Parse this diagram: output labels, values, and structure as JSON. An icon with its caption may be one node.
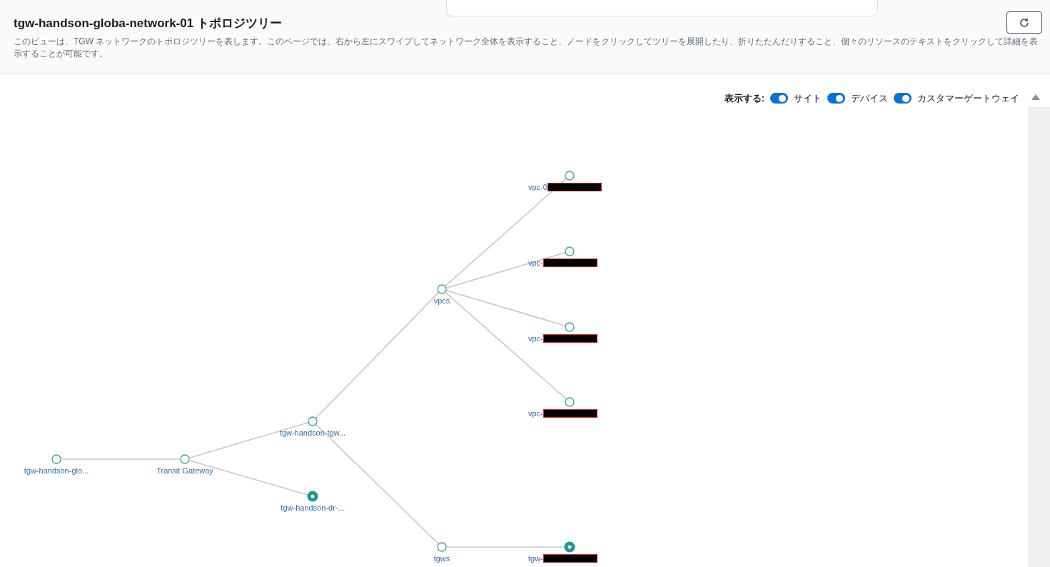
{
  "diagram": {
    "title": "tgw-handson-globa-network-01 トポロジツリー",
    "caption": "このビューは、TGW ネットワークのトポロジツリーを表します。このページでは、右から左にスワイプしてネットワーク全体を表示すること、ノードをクリックしてツリーを展開したり、折りたたんだりすること、個々のリソースのテキストをクリックして詳細を表示することが可能です。",
    "nodes": [
      {
        "text": [],
        "shape": "circle",
        "beside": [
          "tgw-handson-glo..."
        ]
      },
      {
        "text": [],
        "shape": "circle",
        "beside": [
          "Transit Gateway"
        ]
      },
      {
        "text": [],
        "shape": "circle",
        "beside": [
          "tgw-handson-tgw..."
        ]
      },
      {
        "text": [],
        "shape": "dot",
        "beside": [
          "tgw-handson-dr-..."
        ]
      },
      {
        "text": [],
        "shape": "circle",
        "beside": [
          "vpcs"
        ]
      },
      {
        "text": [],
        "shape": "circle",
        "beside": [
          "tgws"
        ]
      },
      {
        "text": [],
        "shape": "circle",
        "beside": [
          "vpc-0"
        ]
      },
      {
        "text": [],
        "shape": "circle",
        "beside": [
          "vpc-"
        ]
      },
      {
        "text": [],
        "shape": "circle",
        "beside": [
          "vpc-"
        ]
      },
      {
        "text": [],
        "shape": "circle",
        "beside": [
          "vpc-"
        ]
      },
      {
        "text": [],
        "shape": "dot",
        "beside": [
          "tgw-"
        ]
      }
    ],
    "edges": [
      {
        "from": 0,
        "to": 1,
        "arrow": "none"
      },
      {
        "from": 1,
        "to": 2,
        "arrow": "none"
      },
      {
        "from": 1,
        "to": 3,
        "arrow": "none"
      },
      {
        "from": 2,
        "to": 4,
        "arrow": "none"
      },
      {
        "from": 2,
        "to": 5,
        "arrow": "none"
      },
      {
        "from": 4,
        "to": 6,
        "arrow": "none"
      },
      {
        "from": 4,
        "to": 7,
        "arrow": "none"
      },
      {
        "from": 4,
        "to": 8,
        "arrow": "none"
      },
      {
        "from": 4,
        "to": 9,
        "arrow": "none"
      },
      {
        "from": 5,
        "to": 10,
        "arrow": "none"
      }
    ],
    "labels": [
      "表示する:",
      "サイト",
      "デバイス",
      "カスタマーゲートウェイ"
    ]
  }
}
